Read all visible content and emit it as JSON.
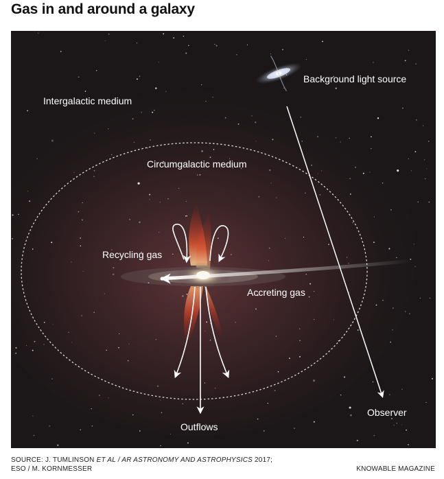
{
  "title": "Gas in and around a galaxy",
  "labels": {
    "background_light_source": "Background light source",
    "intergalactic_medium": "Intergalactic medium",
    "circumgalactic_medium": "Circumgalactic medium",
    "recycling_gas": "Recycling gas",
    "accreting_gas": "Accreting gas",
    "outflows": "Outflows",
    "observer": "Observer"
  },
  "source": {
    "prefix": "SOURCE: J. TUMLINSON ",
    "et_al": "ET AL",
    "journal": " / AR ASTRONOMY AND ASTROPHYSICS",
    "year": " 2017;",
    "line2": "ESO / M. KORNMESSER"
  },
  "credit": "KNOWABLE MAGAZINE",
  "colors": {
    "space_background": "#1b1718",
    "halo_glow": "#5a2f33",
    "outflow_red": "#e0452c",
    "text": "#ffffff"
  }
}
